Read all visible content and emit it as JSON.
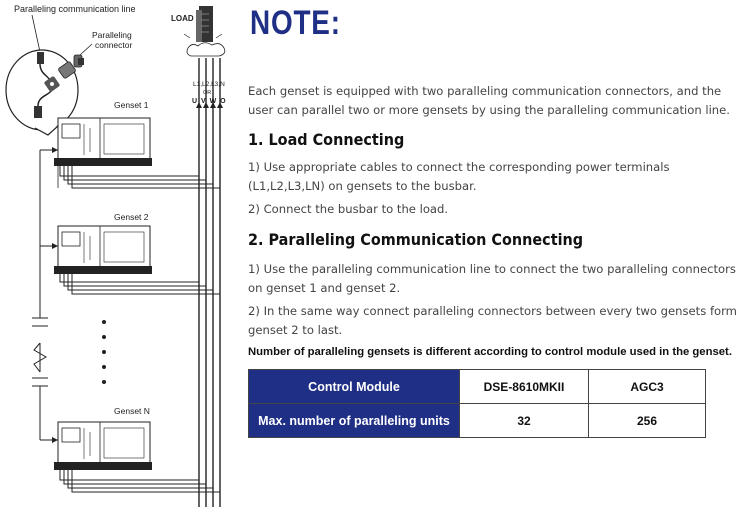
{
  "diagram": {
    "line_label": "Paralleling communication line",
    "connector_label": [
      "Paralleling",
      "connector"
    ],
    "load_label": "LOAD",
    "terminals_top": "L1,L2,L3,N",
    "terminals_or": "OR",
    "terminals_bottom": "U V W O",
    "genset_labels": [
      "Genset 1",
      "Genset 2",
      "Genset N"
    ]
  },
  "note_title": "NOTE:",
  "intro": "Each genset is equipped with two paralleling communication connectors, and the user can parallel two or more gensets by using the paralleling communication line.",
  "section1": {
    "heading": "1. Load Connecting",
    "items": [
      "1) Use appropriate cables to connect the corresponding power terminals (L1,L2,L3,LN) on gensets to the busbar.",
      "2) Connect the busbar to the load."
    ]
  },
  "section2": {
    "heading": "2. Paralleling Communication Connecting",
    "items": [
      "1) Use the paralleling communication line to connect the two paralleling connectors on genset 1 and genset 2.",
      "2) In the same way connect paralleling connectors between every two gensets form genset 2 to last."
    ]
  },
  "table_caption": "Number of paralleling gensets is different according to control module used in the genset.",
  "table": {
    "header": [
      "Control Module",
      "DSE-8610MKII",
      "AGC3"
    ],
    "row": [
      "Max. number of paralleling units",
      "32",
      "256"
    ]
  },
  "colors": {
    "accent": "#1f2f86",
    "text": "#444444"
  }
}
